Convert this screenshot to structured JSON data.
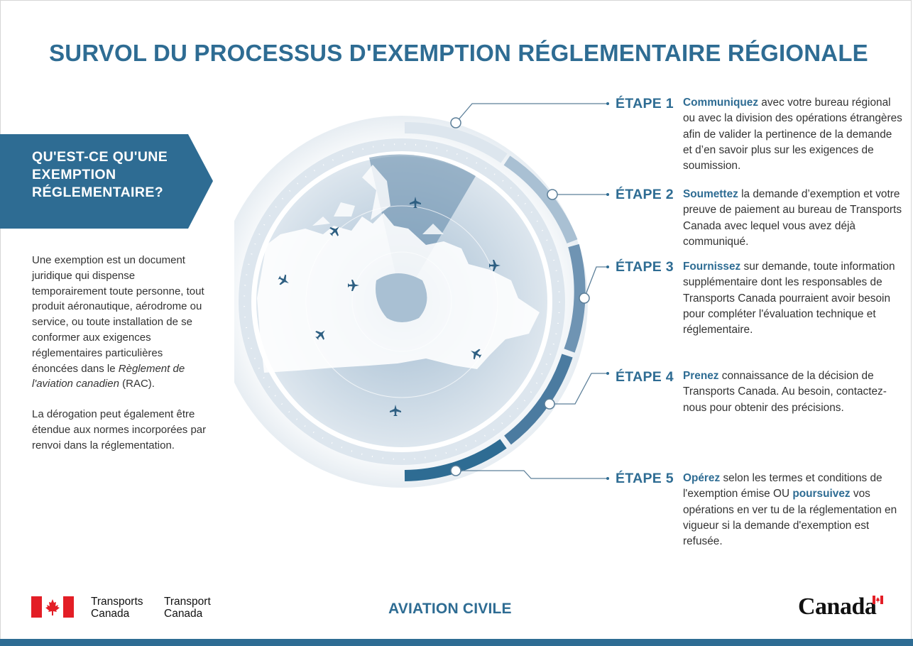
{
  "title": "SURVOL DU PROCESSUS D'EXEMPTION RÉGLEMENTAIRE RÉGIONALE",
  "banner": {
    "line1": "QU'EST-CE QU'UNE",
    "line2": "EXEMPTION",
    "line3": "RÉGLEMENTAIRE?"
  },
  "intro": {
    "p1_before": "Une exemption est un document juridique qui dispense temporairement toute personne, tout produit aéronautique, aérodrome ou service, ou toute installation de se conformer aux exigences réglementaires particulières énoncées dans le ",
    "p1_italic": "Règlement de l'aviation canadien",
    "p1_after": " (RAC).",
    "p2": "La dérogation peut également être étendue aux normes incorporées par renvoi dans la réglementation."
  },
  "steps": [
    {
      "label": "ÉTAPE 1",
      "bold": "Communiquez",
      "text": " avec votre bureau régional ou avec la division des opérations étrangères afin de valider la pertinence de la demande et d’en savoir plus sur les exigences de soumission."
    },
    {
      "label": "ÉTAPE 2",
      "bold": "Soumettez",
      "text": " la demande d’exemption et votre preuve de paiement au bureau de Transports Canada avec lequel vous avez déjà communiqué."
    },
    {
      "label": "ÉTAPE 3",
      "bold": "Fournissez",
      "text": " sur demande, toute information supplémentaire dont les responsables de Transports Canada pourraient avoir besoin pour compléter l'évaluation technique et réglementaire."
    },
    {
      "label": "ÉTAPE 4",
      "bold": "Prenez",
      "text": " connaissance de la décision de Transports Canada. Au besoin, contactez-nous pour obtenir des précisions."
    },
    {
      "label": "ÉTAPE 5",
      "bold": "Opérez",
      "text": " selon les termes et conditions de l'exemption émise OU ",
      "bold2": "poursuivez",
      "text2": " vos opérations en ver tu de la réglementation en vigueur si la demande d'exemption est refusée."
    }
  ],
  "footer": {
    "dept_en_1": "Transports",
    "dept_en_2": "Canada",
    "dept_fr_1": "Transport",
    "dept_fr_2": "Canada",
    "center": "AVIATION CIVILE",
    "wordmark": "Canada"
  },
  "colors": {
    "primary": "#2e6c93",
    "banner": "#2e6c93",
    "flag_red": "#e31e26",
    "ring_light": "#dde6ee",
    "ring_mid": "#a9c0d3",
    "ring_dark": "#2e6c93"
  },
  "icons": [
    "plane-icon",
    "maple-leaf-icon"
  ]
}
